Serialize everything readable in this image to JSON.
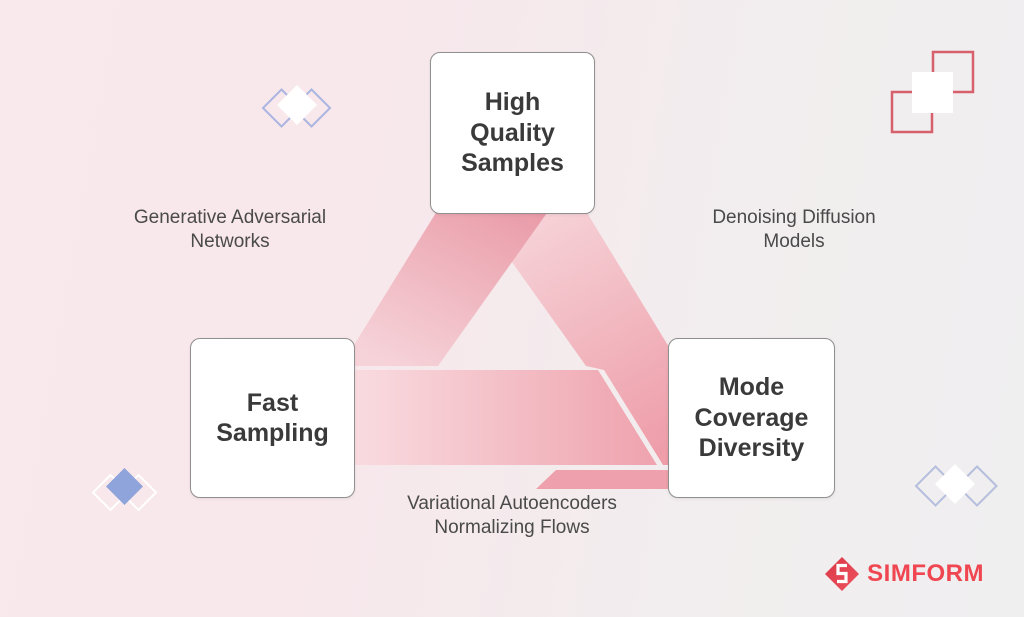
{
  "diagram": {
    "title_semantic": "Generative Learning Trilemma",
    "nodes": {
      "top": {
        "label": "High\nQuality\nSamples"
      },
      "bottom_left": {
        "label": "Fast\nSampling"
      },
      "bottom_right": {
        "label": "Mode\nCoverage\nDiversity"
      }
    },
    "edges": {
      "left": {
        "label": "Generative Adversarial\nNetworks"
      },
      "right": {
        "label": "Denoising Diffusion\nModels"
      },
      "bottom": {
        "label": "Variational Autoencoders\nNormalizing Flows"
      }
    }
  },
  "branding": {
    "logo_text": "SIMFORM",
    "logo_color": "#ef4651"
  },
  "colors": {
    "left_band_top": "#e68d9b",
    "left_band_bottom": "#f6d3d9",
    "bottom_band_left": "#f9dee2",
    "bottom_band_right": "#efa4af",
    "right_band_top": "#f7dbdf",
    "right_band_bottom": "#ee9da9",
    "fold_wedge": "#eea0ac",
    "deco_blue_stroke": "#aab5e0",
    "deco_blue_gray_stroke": "#b5bedd",
    "deco_blue_fill": "#8ea4da",
    "deco_red_stroke": "#d6606c",
    "deco_white": "#ffffff"
  }
}
